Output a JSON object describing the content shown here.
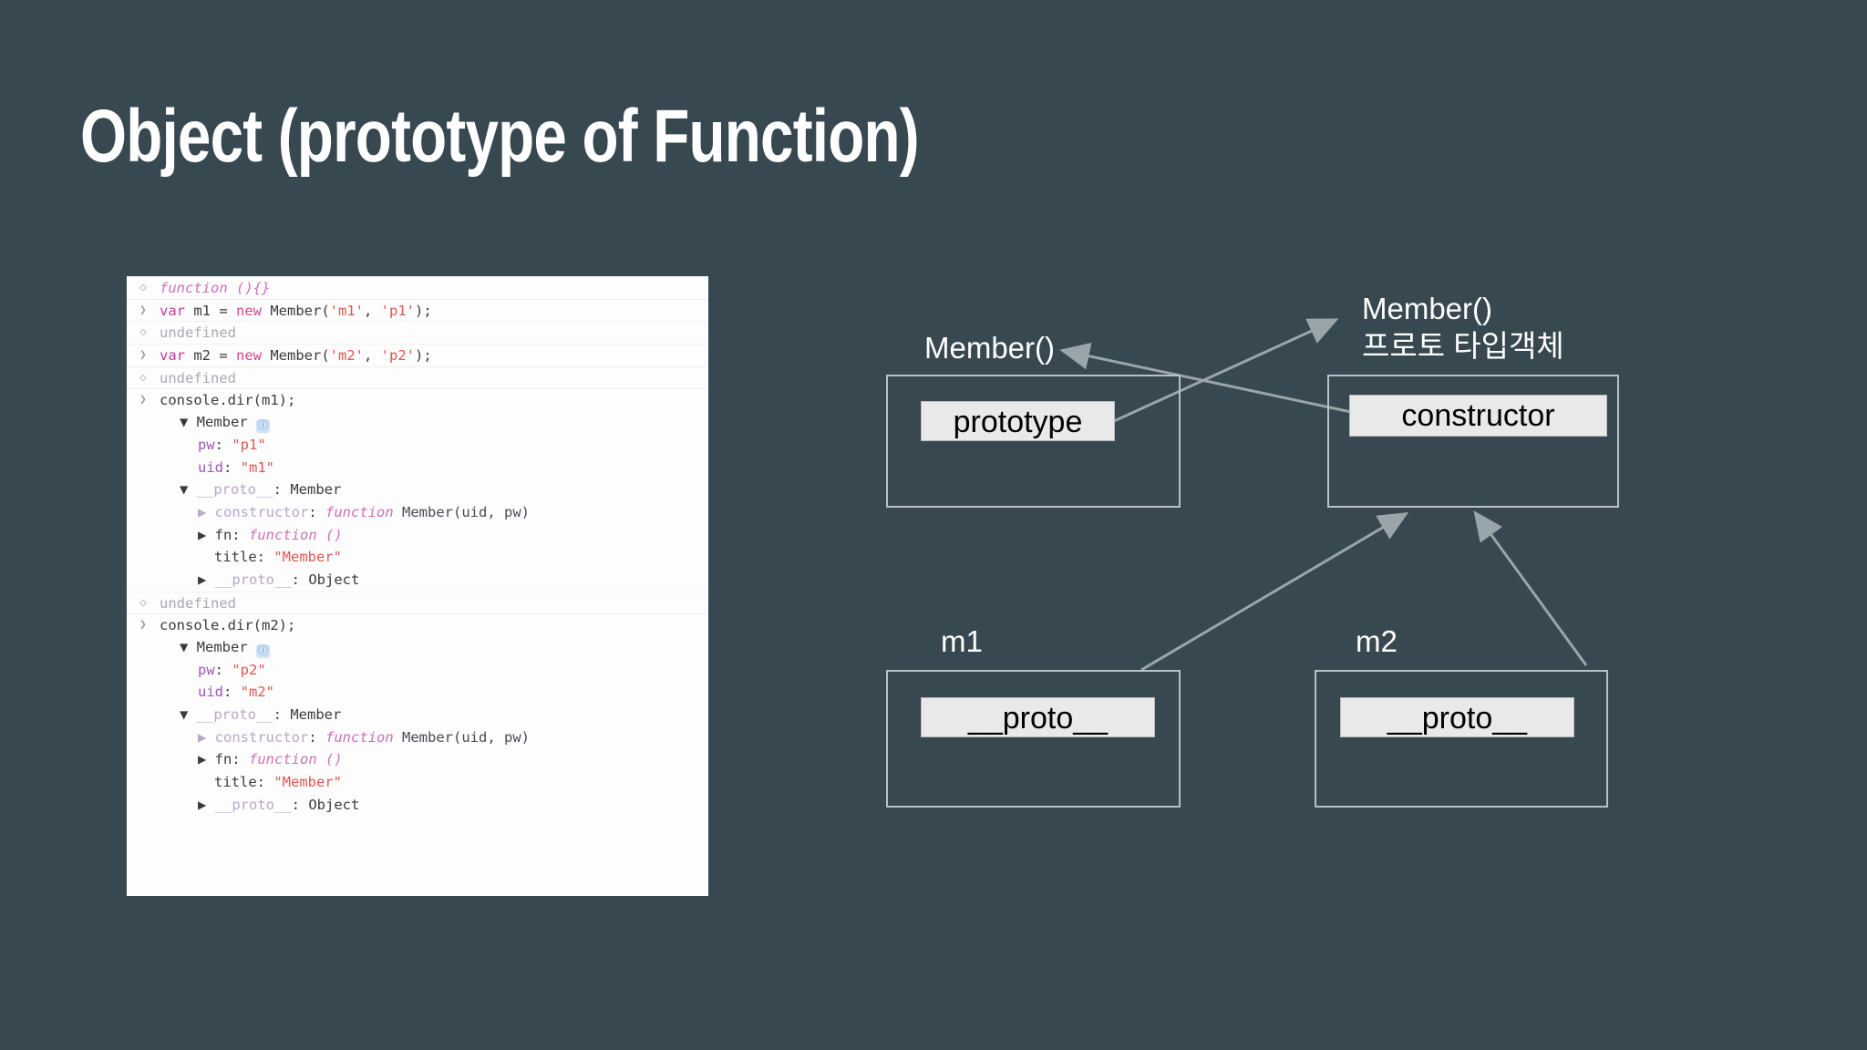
{
  "slide": {
    "title": "Object (prototype of Function)",
    "background_color": "#374850",
    "title_color": "#ffffff"
  },
  "console": {
    "lines": [
      {
        "gutter": "out",
        "indent": 0,
        "tokens": [
          {
            "t": "function ",
            "c": "fnkw"
          },
          {
            "t": "(){}",
            "c": "fnkw"
          }
        ]
      },
      {
        "gutter": "in",
        "indent": 0,
        "tokens": [
          {
            "t": "var ",
            "c": "kw"
          },
          {
            "t": "m1 = ",
            "c": "plain"
          },
          {
            "t": "new ",
            "c": "kw2"
          },
          {
            "t": "Member(",
            "c": "plain"
          },
          {
            "t": "'m1'",
            "c": "str"
          },
          {
            "t": ", ",
            "c": "plain"
          },
          {
            "t": "'p1'",
            "c": "str"
          },
          {
            "t": ");",
            "c": "plain"
          }
        ]
      },
      {
        "gutter": "out",
        "indent": 0,
        "tokens": [
          {
            "t": "undefined",
            "c": "dim"
          }
        ]
      },
      {
        "gutter": "in",
        "indent": 0,
        "tokens": [
          {
            "t": "var ",
            "c": "kw"
          },
          {
            "t": "m2 = ",
            "c": "plain"
          },
          {
            "t": "new ",
            "c": "kw2"
          },
          {
            "t": "Member(",
            "c": "plain"
          },
          {
            "t": "'m2'",
            "c": "str"
          },
          {
            "t": ", ",
            "c": "plain"
          },
          {
            "t": "'p2'",
            "c": "str"
          },
          {
            "t": ");",
            "c": "plain"
          }
        ]
      },
      {
        "gutter": "out",
        "indent": 0,
        "tokens": [
          {
            "t": "undefined",
            "c": "dim"
          }
        ]
      },
      {
        "gutter": "in",
        "indent": 0,
        "tokens": [
          {
            "t": "console.dir(m1);",
            "c": "plain"
          }
        ]
      },
      {
        "gutter": "",
        "indent": 1,
        "tokens": [
          {
            "t": "▼ ",
            "c": "plain"
          },
          {
            "t": "Member ",
            "c": "plain"
          },
          {
            "t": "ⓘ",
            "c": "badge"
          }
        ]
      },
      {
        "gutter": "",
        "indent": 2,
        "tokens": [
          {
            "t": "pw",
            "c": "prop"
          },
          {
            "t": ": ",
            "c": "plain"
          },
          {
            "t": "\"p1\"",
            "c": "str"
          }
        ]
      },
      {
        "gutter": "",
        "indent": 2,
        "tokens": [
          {
            "t": "uid",
            "c": "prop"
          },
          {
            "t": ": ",
            "c": "plain"
          },
          {
            "t": "\"m1\"",
            "c": "str"
          }
        ]
      },
      {
        "gutter": "",
        "indent": 1,
        "tokens": [
          {
            "t": "▼ ",
            "c": "plain"
          },
          {
            "t": "__proto__",
            "c": "propdim"
          },
          {
            "t": ": Member",
            "c": "plain"
          }
        ]
      },
      {
        "gutter": "",
        "indent": 2,
        "tokens": [
          {
            "t": "▶ ",
            "c": "propdim"
          },
          {
            "t": "constructor",
            "c": "propdim"
          },
          {
            "t": ": ",
            "c": "plain"
          },
          {
            "t": "function ",
            "c": "fnkw"
          },
          {
            "t": "Member(uid, pw)",
            "c": "fnname"
          }
        ]
      },
      {
        "gutter": "",
        "indent": 2,
        "tokens": [
          {
            "t": "▶ ",
            "c": "plain"
          },
          {
            "t": "fn",
            "c": "plain"
          },
          {
            "t": ": ",
            "c": "plain"
          },
          {
            "t": "function ()",
            "c": "fnkw"
          }
        ]
      },
      {
        "gutter": "",
        "indent": 3,
        "tokens": [
          {
            "t": "title",
            "c": "plain"
          },
          {
            "t": ": ",
            "c": "plain"
          },
          {
            "t": "\"Member\"",
            "c": "str"
          }
        ]
      },
      {
        "gutter": "",
        "indent": 2,
        "tokens": [
          {
            "t": "▶ ",
            "c": "plain"
          },
          {
            "t": "__proto__",
            "c": "propdim"
          },
          {
            "t": ": Object",
            "c": "plain"
          }
        ]
      },
      {
        "gutter": "out",
        "indent": 0,
        "tokens": [
          {
            "t": "undefined",
            "c": "dim"
          }
        ]
      },
      {
        "gutter": "in",
        "indent": 0,
        "tokens": [
          {
            "t": "console.dir(m2);",
            "c": "plain"
          }
        ]
      },
      {
        "gutter": "",
        "indent": 1,
        "tokens": [
          {
            "t": "▼ ",
            "c": "plain"
          },
          {
            "t": "Member ",
            "c": "plain"
          },
          {
            "t": "ⓘ",
            "c": "badge"
          }
        ]
      },
      {
        "gutter": "",
        "indent": 2,
        "tokens": [
          {
            "t": "pw",
            "c": "prop"
          },
          {
            "t": ": ",
            "c": "plain"
          },
          {
            "t": "\"p2\"",
            "c": "str"
          }
        ]
      },
      {
        "gutter": "",
        "indent": 2,
        "tokens": [
          {
            "t": "uid",
            "c": "prop"
          },
          {
            "t": ": ",
            "c": "plain"
          },
          {
            "t": "\"m2\"",
            "c": "str"
          }
        ]
      },
      {
        "gutter": "",
        "indent": 1,
        "tokens": [
          {
            "t": "▼ ",
            "c": "plain"
          },
          {
            "t": "__proto__",
            "c": "propdim"
          },
          {
            "t": ": Member",
            "c": "plain"
          }
        ]
      },
      {
        "gutter": "",
        "indent": 2,
        "tokens": [
          {
            "t": "▶ ",
            "c": "propdim"
          },
          {
            "t": "constructor",
            "c": "propdim"
          },
          {
            "t": ": ",
            "c": "plain"
          },
          {
            "t": "function ",
            "c": "fnkw"
          },
          {
            "t": "Member(uid, pw)",
            "c": "fnname"
          }
        ]
      },
      {
        "gutter": "",
        "indent": 2,
        "tokens": [
          {
            "t": "▶ ",
            "c": "plain"
          },
          {
            "t": "fn",
            "c": "plain"
          },
          {
            "t": ": ",
            "c": "plain"
          },
          {
            "t": "function ()",
            "c": "fnkw"
          }
        ]
      },
      {
        "gutter": "",
        "indent": 3,
        "tokens": [
          {
            "t": "title",
            "c": "plain"
          },
          {
            "t": ": ",
            "c": "plain"
          },
          {
            "t": "\"Member\"",
            "c": "str"
          }
        ]
      },
      {
        "gutter": "",
        "indent": 2,
        "tokens": [
          {
            "t": "▶ ",
            "c": "plain"
          },
          {
            "t": "__proto__",
            "c": "propdim"
          },
          {
            "t": ": Object",
            "c": "plain"
          }
        ]
      }
    ]
  },
  "diagram": {
    "nodes": {
      "member_fn": {
        "label": "Member()",
        "slot": "prototype"
      },
      "member_proto": {
        "label": "Member()\n프로토 타입객체",
        "slot": "constructor"
      },
      "m1": {
        "label": "m1",
        "slot": "__proto__"
      },
      "m2": {
        "label": "m2",
        "slot": "__proto__"
      }
    },
    "slot_fill": "#e9e9e9",
    "slot_text_color": "#000000",
    "box_border_color": "#b8c2c6",
    "connector_color": "#9aa5aa"
  }
}
